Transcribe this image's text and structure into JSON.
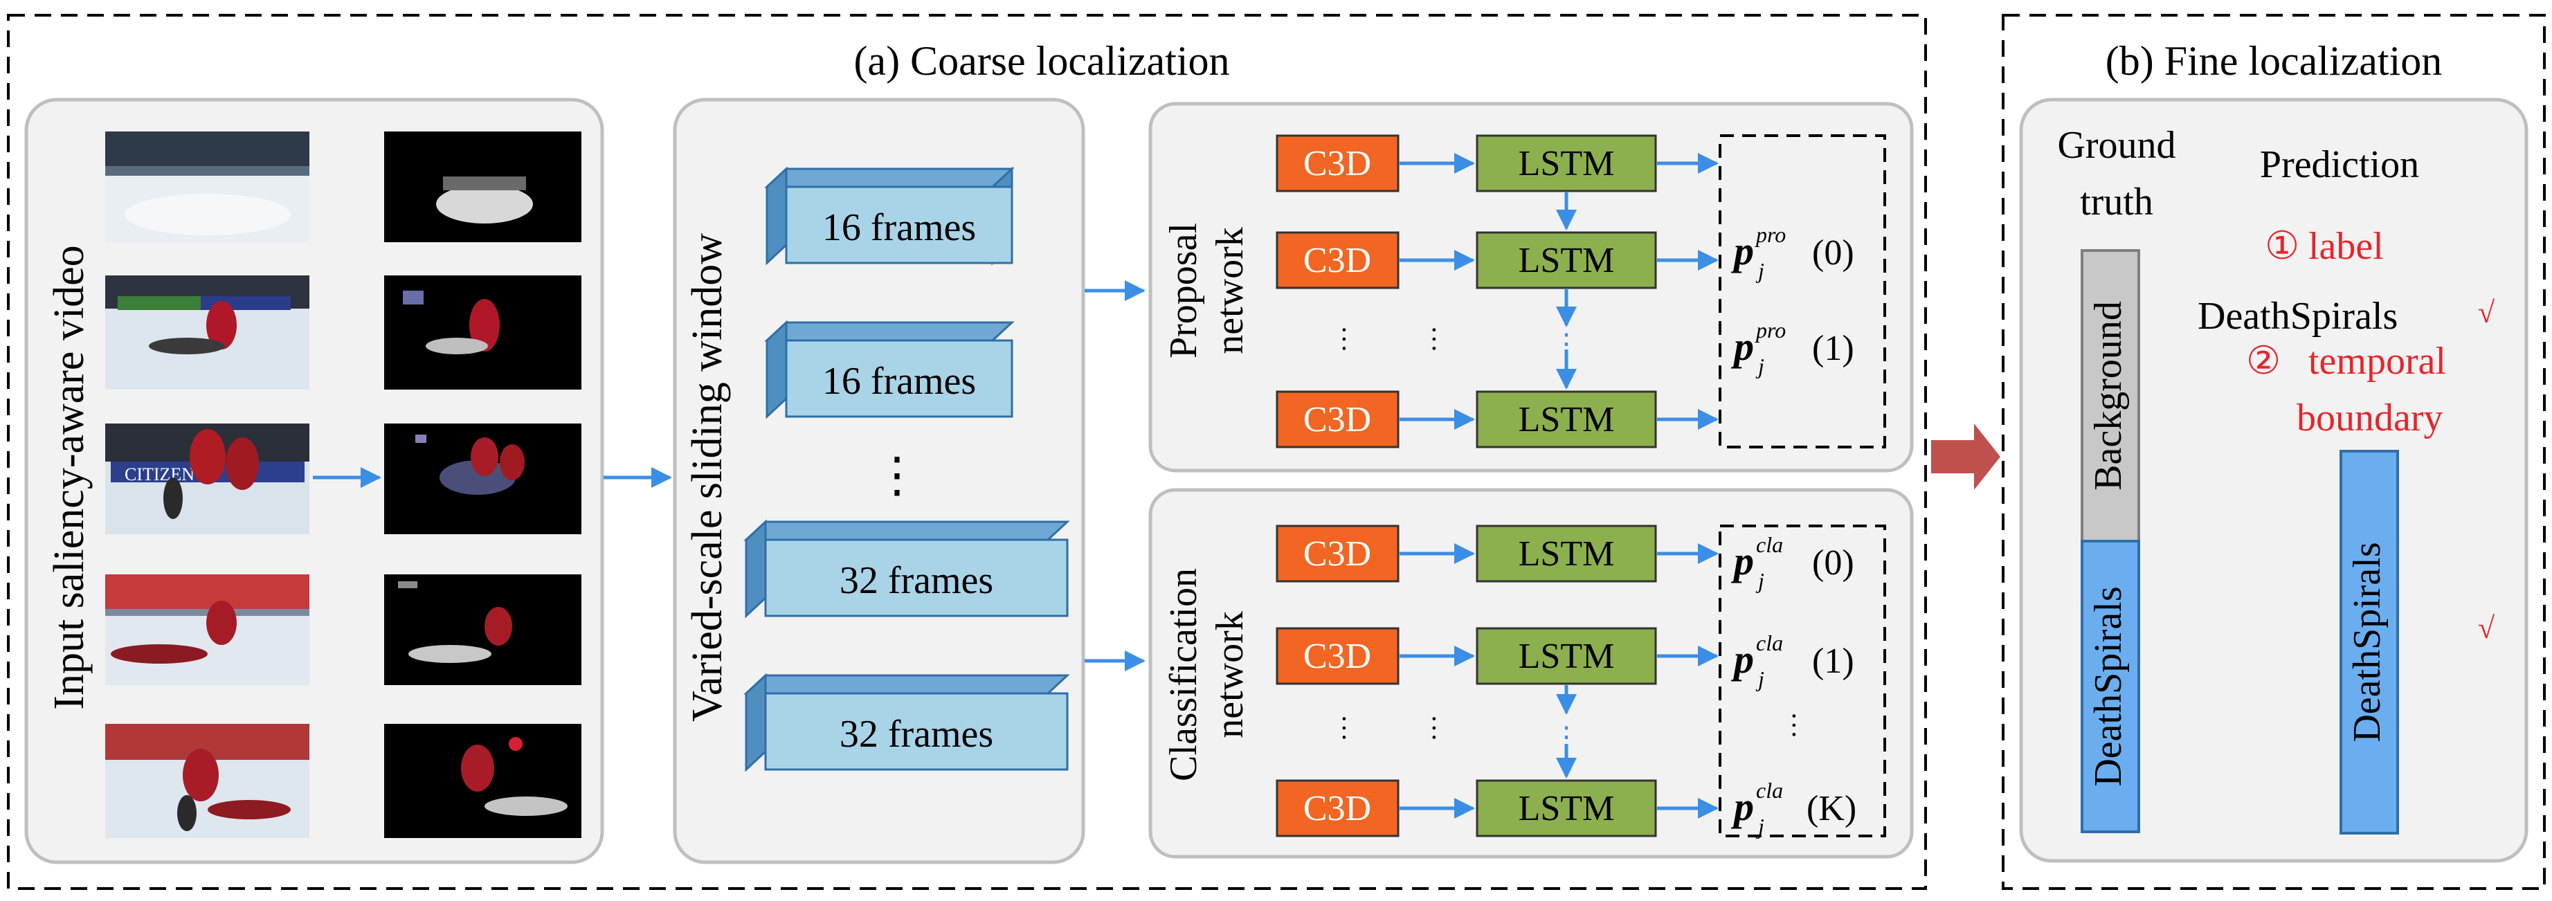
{
  "panels": {
    "coarse_title": "(a) Coarse localization",
    "fine_title": "(b) Fine localization"
  },
  "input": {
    "label": "Input saliency-aware video"
  },
  "sliding_window": {
    "label": "Varied-scale sliding window",
    "windows": [
      "16 frames",
      "16 frames",
      "32 frames",
      "32 frames"
    ],
    "ellipsis": "⋮"
  },
  "proposal": {
    "label_line1": "Proposal",
    "label_line2": "network",
    "c3d": [
      "C3D",
      "C3D",
      "C3D"
    ],
    "lstm": [
      "LSTM",
      "LSTM",
      "LSTM"
    ],
    "outputs": [
      {
        "sym": "p",
        "sub": "j",
        "sup": "pro",
        "arg": "(0)"
      },
      {
        "sym": "p",
        "sub": "j",
        "sup": "pro",
        "arg": "(1)"
      }
    ],
    "dots": "…",
    "vdots": "⋮"
  },
  "classification": {
    "label_line1": "Classification",
    "label_line2": "network",
    "c3d": [
      "C3D",
      "C3D",
      "C3D"
    ],
    "lstm": [
      "LSTM",
      "LSTM",
      "LSTM"
    ],
    "outputs": [
      {
        "sym": "p",
        "sub": "j",
        "sup": "cla",
        "arg": "(0)"
      },
      {
        "sym": "p",
        "sub": "j",
        "sup": "cla",
        "arg": "(1)"
      },
      {
        "sym": "p",
        "sub": "j",
        "sup": "cla",
        "arg": "(K)"
      }
    ],
    "dots": "…",
    "vdots": "⋮"
  },
  "fine": {
    "gt_line1": "Ground",
    "gt_line2": "truth",
    "prediction": "Prediction",
    "step1_num": "①",
    "step1_text": "label",
    "class_name": "DeathSpirals",
    "check": "√",
    "step2_num": "②",
    "step2_line1": "temporal",
    "step2_line2": "boundary",
    "gt_bar_top": "Background",
    "gt_bar_bottom": "DeathSpirals",
    "pred_bar": "DeathSpirals"
  },
  "colors": {
    "c3d": "#F26522",
    "lstm": "#8DB04E",
    "arrow": "#3A8EE6",
    "frames_front": "#A9D4E8",
    "frames_side": "#4F8FC0",
    "panel_bg": "#F2F2F2",
    "panel_border": "#BFBFBF",
    "bar_blue": "#6AAEF0",
    "bar_gray": "#C8C8C8",
    "red_text": "#E8242A",
    "big_arrow": "#C0504D"
  }
}
